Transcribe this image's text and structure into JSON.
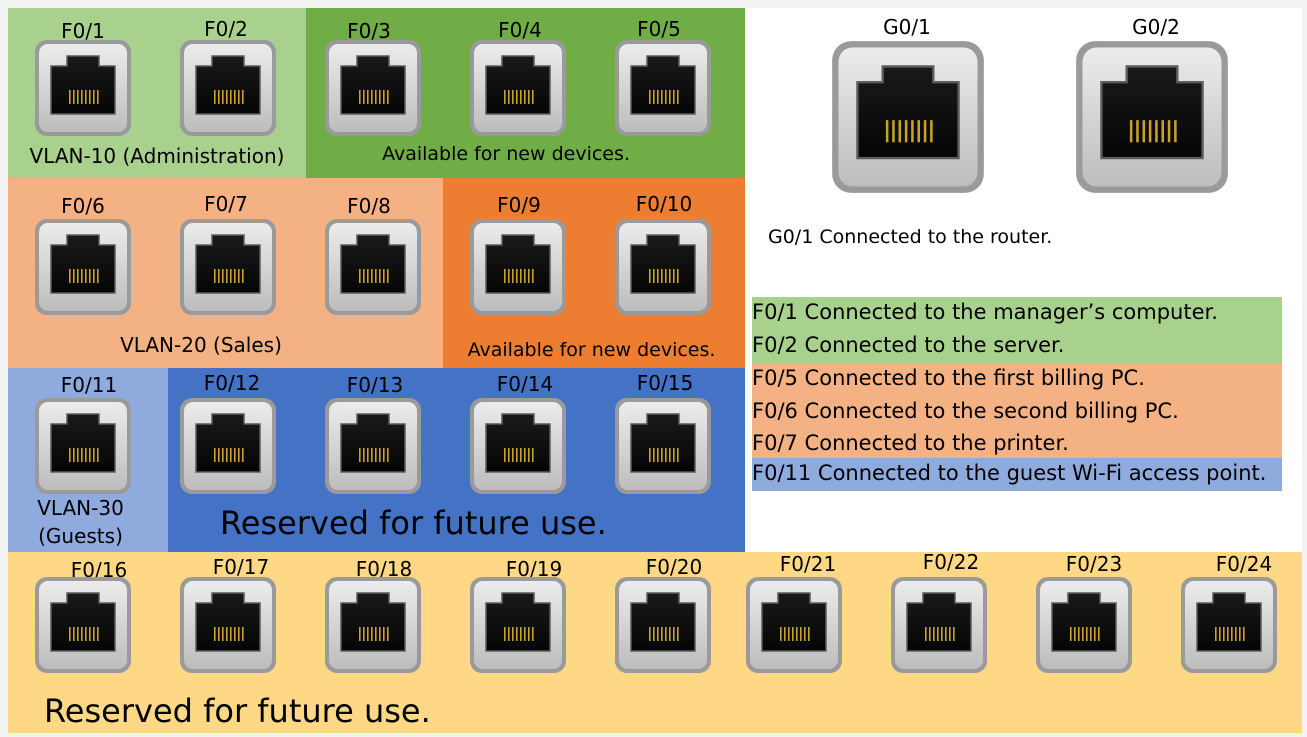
{
  "regions": [
    {
      "id": "vlan10",
      "color": "#a9d18e",
      "label": "VLAN-10 (Administration)"
    },
    {
      "id": "avail-green",
      "color": "#70ad47",
      "label": "Available for new devices."
    },
    {
      "id": "vlan20",
      "color": "#f4b183",
      "label": "VLAN-20 (Sales)"
    },
    {
      "id": "avail-orange",
      "color": "#ed7d31",
      "label": "Available for new devices."
    },
    {
      "id": "vlan30",
      "color": "#8faadc",
      "label_lines": [
        "VLAN-30",
        "(Guests)"
      ]
    },
    {
      "id": "reserved-blue",
      "color": "#4472c4",
      "label": "Reserved for future use."
    },
    {
      "id": "reserved-bottom",
      "color": "#ffd885",
      "label": "Reserved for future use."
    },
    {
      "id": "right-panel",
      "color": "#ffffff"
    }
  ],
  "ports": {
    "fast_ethernet": [
      "F0/1",
      "F0/2",
      "F0/3",
      "F0/4",
      "F0/5",
      "F0/6",
      "F0/7",
      "F0/8",
      "F0/9",
      "F0/10",
      "F0/11",
      "F0/12",
      "F0/13",
      "F0/14",
      "F0/15",
      "F0/16",
      "F0/17",
      "F0/18",
      "F0/19",
      "F0/20",
      "F0/21",
      "F0/22",
      "F0/23",
      "F0/24"
    ],
    "gigabit": [
      "G0/1",
      "G0/2"
    ]
  },
  "router_note": "G0/1 Connected to the router.",
  "connections": [
    {
      "text": "F0/1 Connected to the manager’s computer.",
      "color": "#a9d18e"
    },
    {
      "text": "F0/2 Connected to the server.",
      "color": "#a9d18e"
    },
    {
      "text": "F0/5 Connected to the first billing PC.",
      "color": "#f4b183"
    },
    {
      "text": "F0/6 Connected to the second billing PC.",
      "color": "#f4b183"
    },
    {
      "text": "F0/7 Connected to the printer.",
      "color": "#f4b183"
    },
    {
      "text": "F0/11 Connected to the guest Wi-Fi access point.",
      "color": "#8faadc"
    }
  ]
}
